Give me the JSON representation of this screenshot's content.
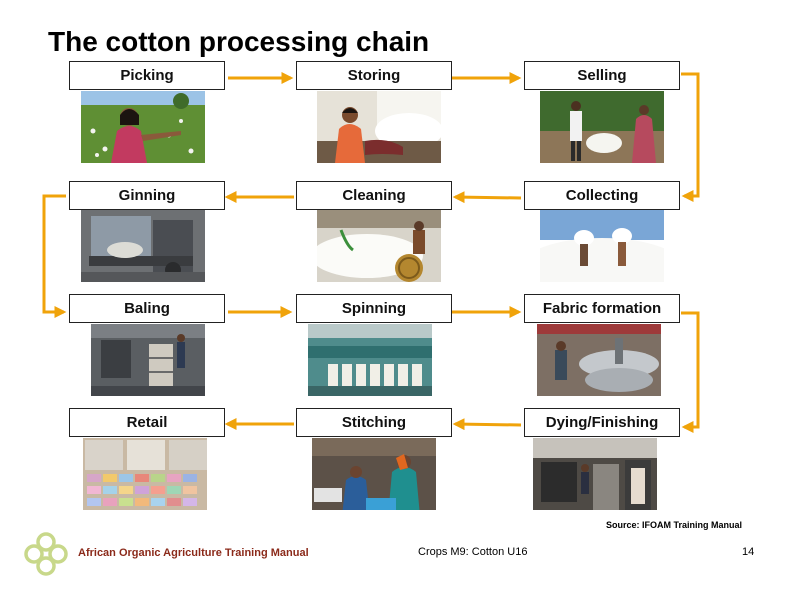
{
  "title": "The cotton processing chain",
  "stages": [
    {
      "label": "Picking"
    },
    {
      "label": "Storing"
    },
    {
      "label": "Selling"
    },
    {
      "label": "Collecting"
    },
    {
      "label": "Cleaning"
    },
    {
      "label": "Ginning"
    },
    {
      "label": "Baling"
    },
    {
      "label": "Spinning"
    },
    {
      "label": "Fabric formation"
    },
    {
      "label": "Dying/Finishing"
    },
    {
      "label": "Stitching"
    },
    {
      "label": "Retail"
    }
  ],
  "arrow_color": "#f0a30a",
  "source": "Source: IFOAM Training Manual",
  "footer": {
    "manual": "African Organic Agriculture Training Manual",
    "module": "Crops M9: Cotton U16",
    "page": "14"
  }
}
